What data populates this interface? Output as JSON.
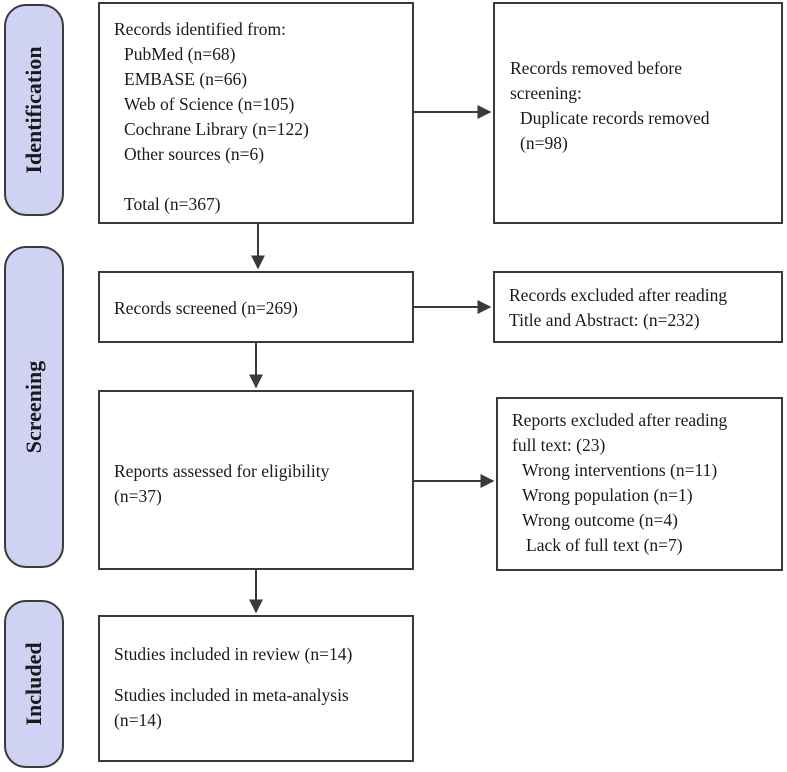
{
  "phases": {
    "identification": "Identification",
    "screening": "Screening",
    "included": "Included"
  },
  "identified": {
    "heading": "Records identified from:",
    "sources": [
      "PubMed (n=68)",
      "EMBASE (n=66)",
      "Web of Science (n=105)",
      "Cochrane Library (n=122)",
      "Other sources (n=6)"
    ],
    "total": "Total (n=367)"
  },
  "removed": {
    "line1": "Records removed before",
    "line2": "screening:",
    "line3": "Duplicate records removed",
    "line4": "(n=98)"
  },
  "screened": {
    "text": "Records screened (n=269)"
  },
  "excluded_screen": {
    "line1": "Records excluded after reading",
    "line2": "Title and Abstract: (n=232)"
  },
  "assessed": {
    "line1": "Reports assessed for eligibility",
    "line2": "(n=37)"
  },
  "excluded_full": {
    "line1": "Reports excluded after reading",
    "line2": "full text: (23)",
    "reasons": [
      "Wrong interventions (n=11)",
      "Wrong population (n=1)",
      "Wrong outcome (n=4)",
      "Lack of full text (n=7)"
    ]
  },
  "included": {
    "review": "Studies included in review (n=14)",
    "meta_line1": "Studies included in meta-analysis",
    "meta_line2": "(n=14)"
  },
  "colors": {
    "phase_fill": "#cfd2f3",
    "border": "#3a3a3a",
    "arrow": "#3a3a3a"
  }
}
